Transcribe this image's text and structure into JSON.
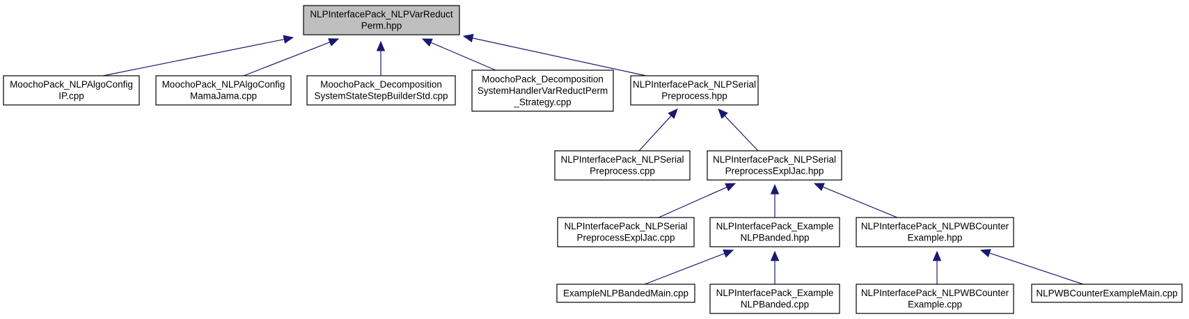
{
  "diagram": {
    "type": "include-dependency-graph",
    "edge_color": "#191970",
    "root_fill": "#bfbfbf",
    "node_fill": "#ffffff",
    "nodes": [
      {
        "id": "n0",
        "lines": [
          "NLPInterfacePack_NLPVarReduct",
          "Perm.hpp"
        ],
        "root": true
      },
      {
        "id": "n1",
        "lines": [
          "MoochoPack_NLPAlgoConfig",
          "IP.cpp"
        ]
      },
      {
        "id": "n2",
        "lines": [
          "MoochoPack_NLPAlgoConfig",
          "MamaJama.cpp"
        ]
      },
      {
        "id": "n3",
        "lines": [
          "MoochoPack_Decomposition",
          "SystemStateStepBuilderStd.cpp"
        ]
      },
      {
        "id": "n4",
        "lines": [
          "MoochoPack_Decomposition",
          "SystemHandlerVarReductPerm",
          "_Strategy.cpp"
        ]
      },
      {
        "id": "n5",
        "lines": [
          "NLPInterfacePack_NLPSerial",
          "Preprocess.hpp"
        ]
      },
      {
        "id": "n6",
        "lines": [
          "NLPInterfacePack_NLPSerial",
          "Preprocess.cpp"
        ]
      },
      {
        "id": "n7",
        "lines": [
          "NLPInterfacePack_NLPSerial",
          "PreprocessExplJac.hpp"
        ]
      },
      {
        "id": "n8",
        "lines": [
          "NLPInterfacePack_NLPSerial",
          "PreprocessExplJac.cpp"
        ]
      },
      {
        "id": "n9",
        "lines": [
          "NLPInterfacePack_Example",
          "NLPBanded.hpp"
        ]
      },
      {
        "id": "n10",
        "lines": [
          "NLPInterfacePack_NLPWBCounter",
          "Example.hpp"
        ]
      },
      {
        "id": "n11",
        "lines": [
          "ExampleNLPBandedMain.cpp"
        ]
      },
      {
        "id": "n12",
        "lines": [
          "NLPInterfacePack_Example",
          "NLPBanded.cpp"
        ]
      },
      {
        "id": "n13",
        "lines": [
          "NLPInterfacePack_NLPWBCounter",
          "Example.cpp"
        ]
      },
      {
        "id": "n14",
        "lines": [
          "NLPWBCounterExampleMain.cpp"
        ]
      }
    ],
    "edges": [
      {
        "from": "n1",
        "to": "n0"
      },
      {
        "from": "n2",
        "to": "n0"
      },
      {
        "from": "n3",
        "to": "n0"
      },
      {
        "from": "n4",
        "to": "n0"
      },
      {
        "from": "n5",
        "to": "n0"
      },
      {
        "from": "n6",
        "to": "n5"
      },
      {
        "from": "n7",
        "to": "n5"
      },
      {
        "from": "n8",
        "to": "n7"
      },
      {
        "from": "n9",
        "to": "n7"
      },
      {
        "from": "n10",
        "to": "n7"
      },
      {
        "from": "n11",
        "to": "n9"
      },
      {
        "from": "n12",
        "to": "n9"
      },
      {
        "from": "n13",
        "to": "n10"
      },
      {
        "from": "n14",
        "to": "n10"
      }
    ]
  }
}
